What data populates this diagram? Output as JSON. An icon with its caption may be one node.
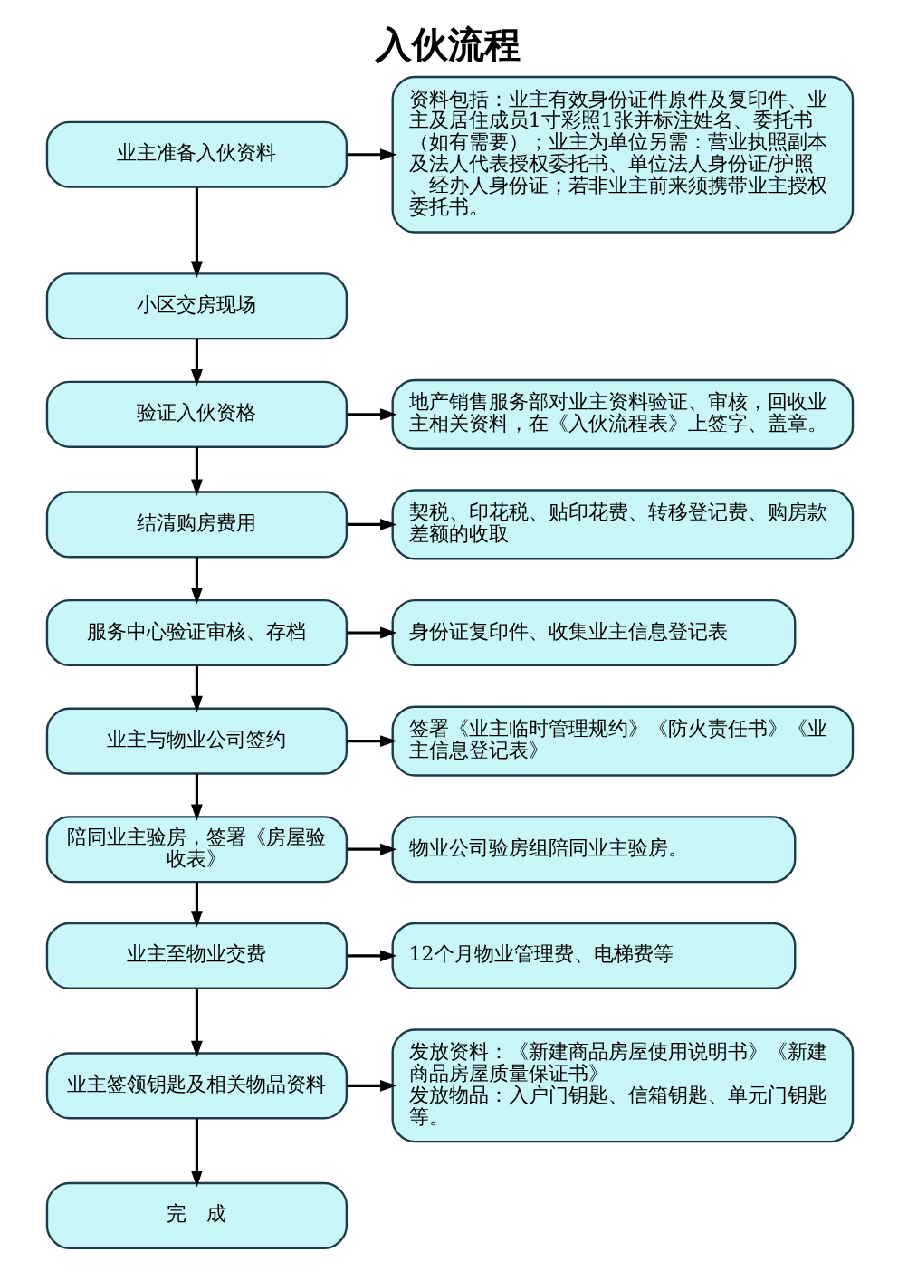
{
  "diagram": {
    "title": "入伙流程",
    "nodes": [
      {
        "text": [
          "业主准备入伙资料"
        ]
      },
      {
        "text": [
          "小区交房现场"
        ]
      },
      {
        "text": [
          "验证入伙资格"
        ]
      },
      {
        "text": [
          "结清购房费用"
        ]
      },
      {
        "text": [
          "服务中心验证审核、存档"
        ]
      },
      {
        "text": [
          "业主与物业公司签约"
        ]
      },
      {
        "text": [
          "陪同业主验房，签署《房屋验收表》"
        ]
      },
      {
        "text": [
          "业主至物业交费"
        ]
      },
      {
        "text": [
          "业主签领钥匙及相关物品资料"
        ]
      },
      {
        "text": [
          "完　成"
        ]
      },
      {
        "text": [
          "资料包括：业主有效身份证件原件及复印件、业主及居住成员1寸彩照1张并标注姓名、委托书（如有需要）；业主为单位另需：营业执照副本及法人代表授权委托书、单位法人身份证/护照、经办人身份证；若非业主前来须携带业主授权委托书。"
        ]
      },
      {
        "text": [
          "地产销售服务部对业主资料验证、审核，回收业主相关资料，在《入伙流程表》上签字、盖章。"
        ]
      },
      {
        "text": [
          "契税、印花税、贴印花费、转移登记费、购房款差额的收取"
        ]
      },
      {
        "text": [
          "身份证复印件、收集业主信息登记表"
        ]
      },
      {
        "text": [
          "签署《业主临时管理规约》《防火责任书》《业主信息登记表》"
        ]
      },
      {
        "text": [
          "物业公司验房组陪同业主验房。"
        ]
      },
      {
        "text": [
          "12个月物业管理费、电梯费等"
        ]
      },
      {
        "text": [
          "发放资料：《新建商品房屋使用说明书》《新建商品房屋质量保证书》",
          "发放物品：入户门钥匙、信箱钥匙、单元门钥匙等。"
        ]
      }
    ],
    "edges": [
      {
        "from": 0,
        "to": 1,
        "arrow": "to"
      },
      {
        "from": 0,
        "to": 10,
        "arrow": "to"
      },
      {
        "from": 1,
        "to": 2,
        "arrow": "to"
      },
      {
        "from": 2,
        "to": 11,
        "arrow": "to"
      },
      {
        "from": 2,
        "to": 3,
        "arrow": "to"
      },
      {
        "from": 3,
        "to": 12,
        "arrow": "to"
      },
      {
        "from": 3,
        "to": 4,
        "arrow": "to"
      },
      {
        "from": 4,
        "to": 13,
        "arrow": "to"
      },
      {
        "from": 4,
        "to": 5,
        "arrow": "to"
      },
      {
        "from": 5,
        "to": 14,
        "arrow": "to"
      },
      {
        "from": 5,
        "to": 6,
        "arrow": "to"
      },
      {
        "from": 6,
        "to": 15,
        "arrow": "to"
      },
      {
        "from": 6,
        "to": 7,
        "arrow": "to"
      },
      {
        "from": 7,
        "to": 16,
        "arrow": "to"
      },
      {
        "from": 7,
        "to": 8,
        "arrow": "to"
      },
      {
        "from": 8,
        "to": 17,
        "arrow": "to"
      },
      {
        "from": 8,
        "to": 9,
        "arrow": "to"
      }
    ]
  }
}
